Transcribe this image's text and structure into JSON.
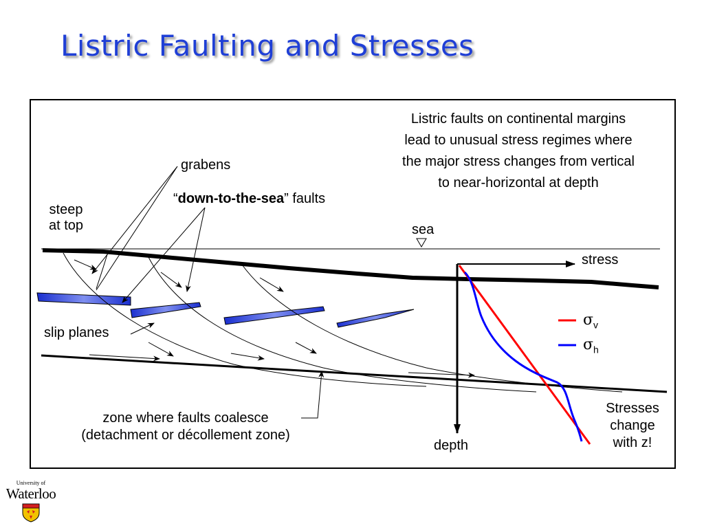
{
  "slide": {
    "title": "Listric Faulting and Stresses"
  },
  "diagram": {
    "description_text": [
      "Listric faults on continental margins",
      "lead to unusual stress regimes where",
      "the major stress changes from vertical",
      "to near-horizontal at depth"
    ],
    "labels": {
      "grabens": "grabens",
      "down_quote_open": "“",
      "down_to_the_sea": "down-to-the-sea",
      "down_quote_close": "” faults",
      "steep_line1": "steep",
      "steep_line2": "at top",
      "sea": "sea",
      "stress": "stress",
      "slip_planes": "slip planes",
      "zone_line1": "zone where faults coalesce",
      "zone_line2": "(detachment or décollement zone)",
      "depth": "depth",
      "stresses_change_line1": "Stresses",
      "stresses_change_line2": "change",
      "stresses_change_line3": "with z!"
    },
    "legend": [
      {
        "symbol": "σ",
        "subscript": "v",
        "color": "#ff0000"
      },
      {
        "symbol": "σ",
        "subscript": "h",
        "color": "#0000ff"
      }
    ],
    "colors": {
      "sigma_v": "#ff0000",
      "sigma_h": "#0000ff",
      "slip_plane": "#2a3fd8",
      "title": "#1f3fd6"
    }
  },
  "logo": {
    "line1": "University of",
    "line2": "Waterloo"
  }
}
